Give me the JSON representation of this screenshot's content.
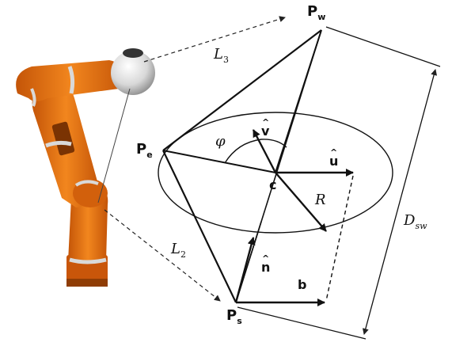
{
  "diagram": {
    "points": {
      "wrist": {
        "base": "P",
        "sub": "w"
      },
      "elbow": {
        "base": "P",
        "sub": "e"
      },
      "shoulder": {
        "base": "P",
        "sub": "s"
      }
    },
    "links": {
      "upper": {
        "base": "L",
        "sub": "3"
      },
      "lower": {
        "base": "L",
        "sub": "2"
      }
    },
    "distance": {
      "base": "D",
      "sub": "sw"
    },
    "vectors": {
      "center": "c",
      "u": "u",
      "v": "v",
      "n": "n",
      "b": "b"
    },
    "angle": "φ",
    "radius": "R"
  },
  "colors": {
    "robot_orange": "#e8700f",
    "robot_dark_orange": "#b84d05",
    "joint_silver": "#cfcfcf",
    "ink": "#111111"
  }
}
